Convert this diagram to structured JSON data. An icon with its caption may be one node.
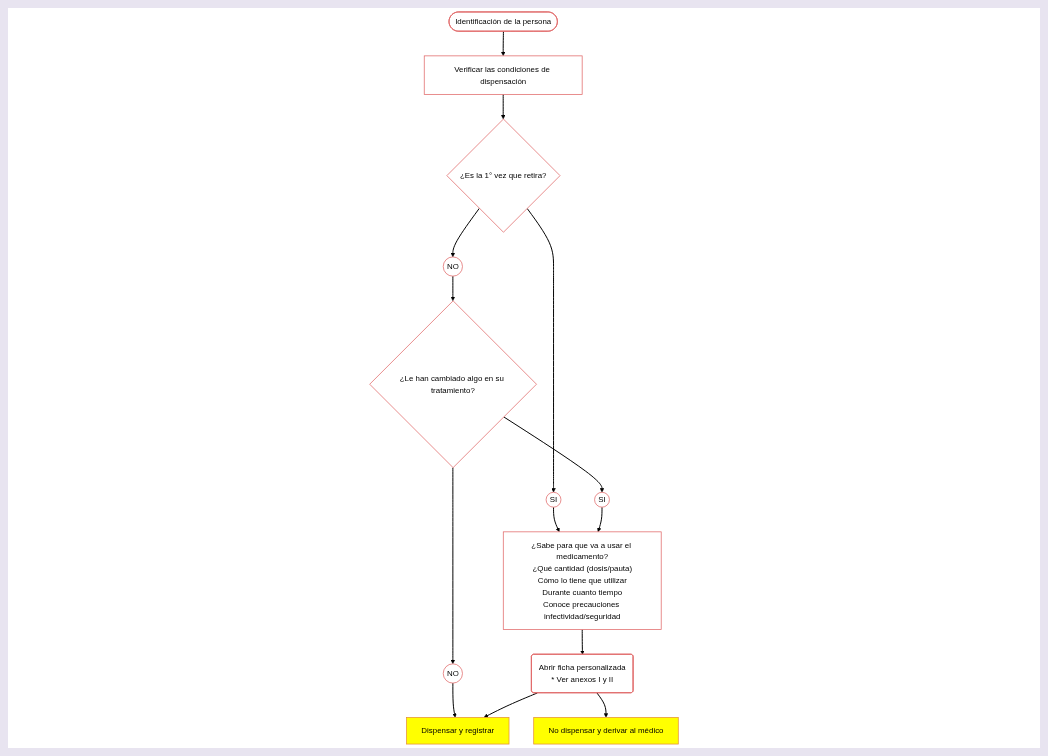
{
  "diagram": {
    "nodes": [
      {
        "text": [
          "Identificación de la persona"
        ]
      },
      {
        "text": [
          "Verificar las condiciones de dispensación"
        ]
      },
      {
        "text": [
          "¿Es la 1° vez que retira?"
        ]
      },
      {
        "text": [
          "SI"
        ]
      },
      {
        "text": [
          "NO"
        ]
      },
      {
        "text": [
          "¿Sabe para que va a usar el medicamento?",
          "¿Qué cantidad (dosis/pauta)",
          "Cómo lo tiene que utilizar",
          "Durante cuanto tiempo",
          "Conoce precauciones infectividad/seguridad"
        ]
      },
      {
        "text": [
          "¿Le han cambiado algo en su tratamiento?"
        ]
      },
      {
        "text": [
          "SI"
        ]
      },
      {
        "text": [
          "NO"
        ]
      },
      {
        "text": [
          "Dispensar y registrar"
        ]
      },
      {
        "text": [
          "Abrir ficha personalizada",
          "* Ver anexos I y II"
        ]
      },
      {
        "text": [
          "No dispensar y derivar al médico"
        ]
      }
    ],
    "edges": [
      {
        "from": 0,
        "to": 1,
        "arrow": "to"
      },
      {
        "from": 1,
        "to": 2,
        "arrow": "to"
      },
      {
        "from": 2,
        "to": 3,
        "arrow": "to"
      },
      {
        "from": 2,
        "to": 4,
        "arrow": "to"
      },
      {
        "from": 3,
        "to": 5,
        "arrow": "to"
      },
      {
        "from": 4,
        "to": 6,
        "arrow": "to"
      },
      {
        "from": 6,
        "to": 7,
        "arrow": "to"
      },
      {
        "from": 6,
        "to": 8,
        "arrow": "to"
      },
      {
        "from": 7,
        "to": 5,
        "arrow": "to"
      },
      {
        "from": 8,
        "to": 9,
        "arrow": "to"
      },
      {
        "from": 5,
        "to": 10,
        "arrow": "to"
      },
      {
        "from": 10,
        "to": 9,
        "arrow": "to"
      },
      {
        "from": 10,
        "to": 11,
        "arrow": "to"
      }
    ]
  }
}
